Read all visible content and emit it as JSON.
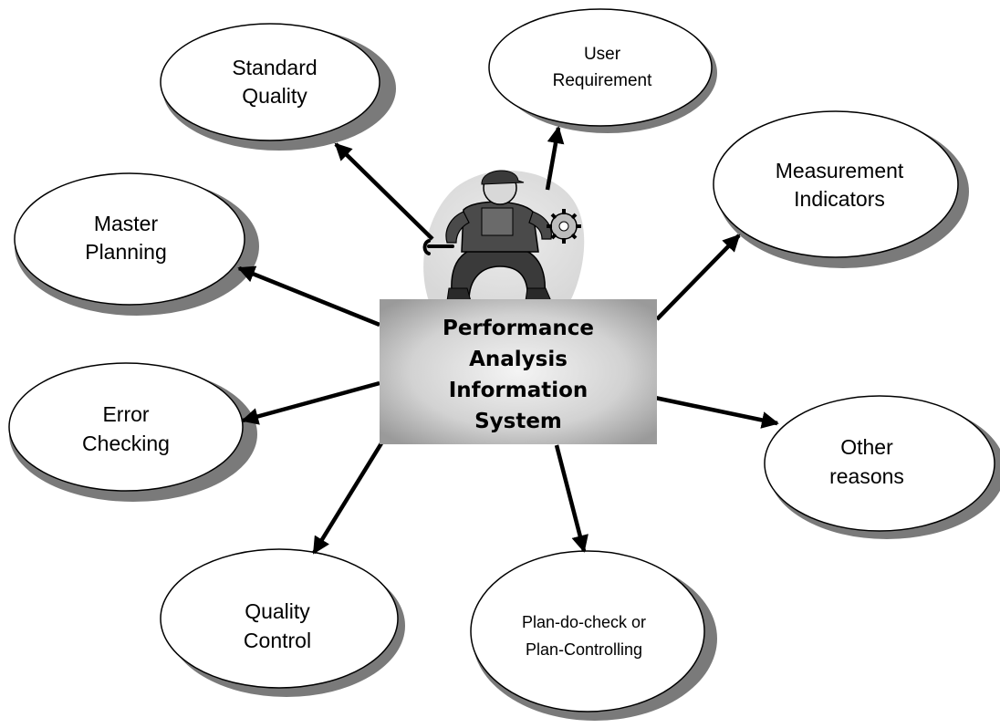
{
  "diagram": {
    "center": {
      "lines": [
        "Performance",
        "Analysis",
        "Information",
        "System"
      ]
    },
    "nodes": [
      {
        "id": "standard-quality",
        "lines": [
          "Standard",
          "Quality"
        ]
      },
      {
        "id": "user-requirement",
        "lines": [
          "User",
          "Requirement"
        ]
      },
      {
        "id": "measurement-indicators",
        "lines": [
          "Measurement",
          "Indicators"
        ]
      },
      {
        "id": "master-planning",
        "lines": [
          "Master",
          "Planning"
        ]
      },
      {
        "id": "error-checking",
        "lines": [
          "Error",
          "Checking"
        ]
      },
      {
        "id": "other-reasons",
        "lines": [
          "Other",
          "reasons"
        ]
      },
      {
        "id": "quality-control",
        "lines": [
          "Quality",
          "Control"
        ]
      },
      {
        "id": "plan-do-check",
        "lines": [
          "Plan-do-check or",
          "Plan-Controlling"
        ]
      }
    ],
    "mascot": {
      "icon": "mechanic-with-wrench-and-gear-icon"
    },
    "colors": {
      "ellipse_fill": "#ffffff",
      "ellipse_stroke": "#000000",
      "shadow": "#7a7a7a",
      "center_light": "#f2f2f2",
      "center_dark": "#9a9a9a",
      "arrow": "#000000"
    }
  }
}
